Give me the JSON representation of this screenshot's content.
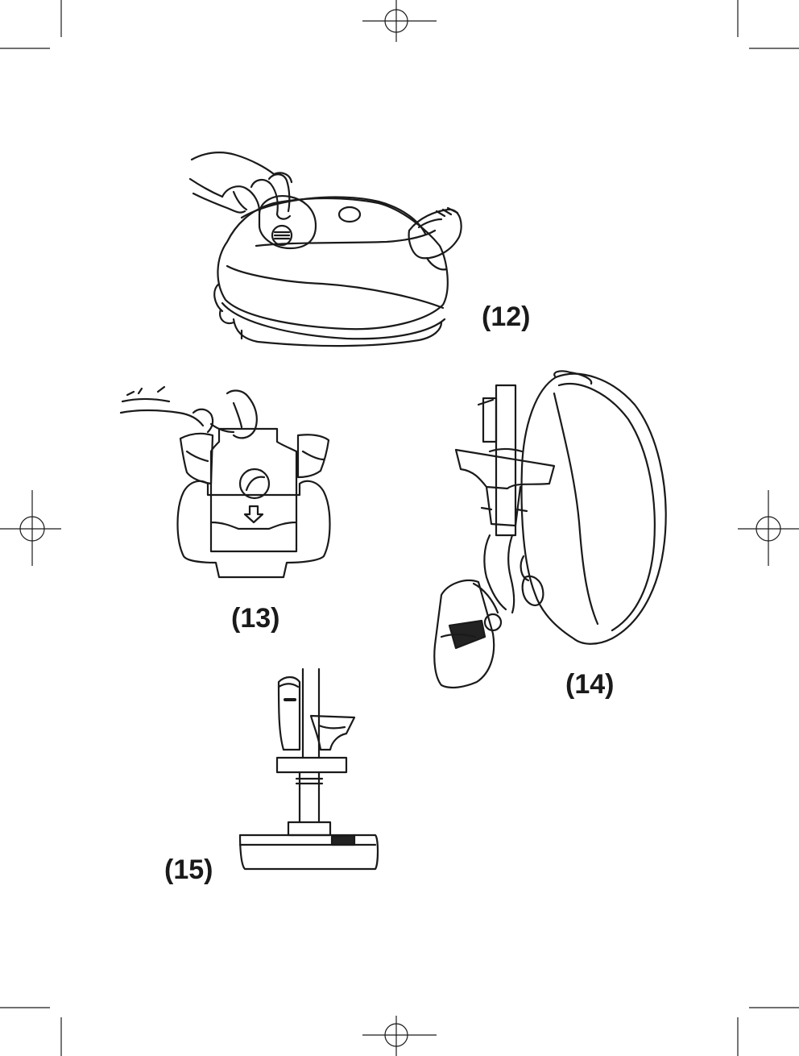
{
  "figures": [
    {
      "id": "12",
      "label": "(12)",
      "subject": "hand-pressing-cord-rewind-button"
    },
    {
      "id": "13",
      "label": "(13)",
      "subject": "dust-bag-insertion"
    },
    {
      "id": "14",
      "label": "(14)",
      "subject": "tube-parking-storage-side-view"
    },
    {
      "id": "15",
      "label": "(15)",
      "subject": "tube-parking-upright-with-floor-nozzle"
    }
  ],
  "colors": {
    "ink": "#1a1a1a",
    "paper": "#ffffff",
    "shade": "#222222"
  }
}
